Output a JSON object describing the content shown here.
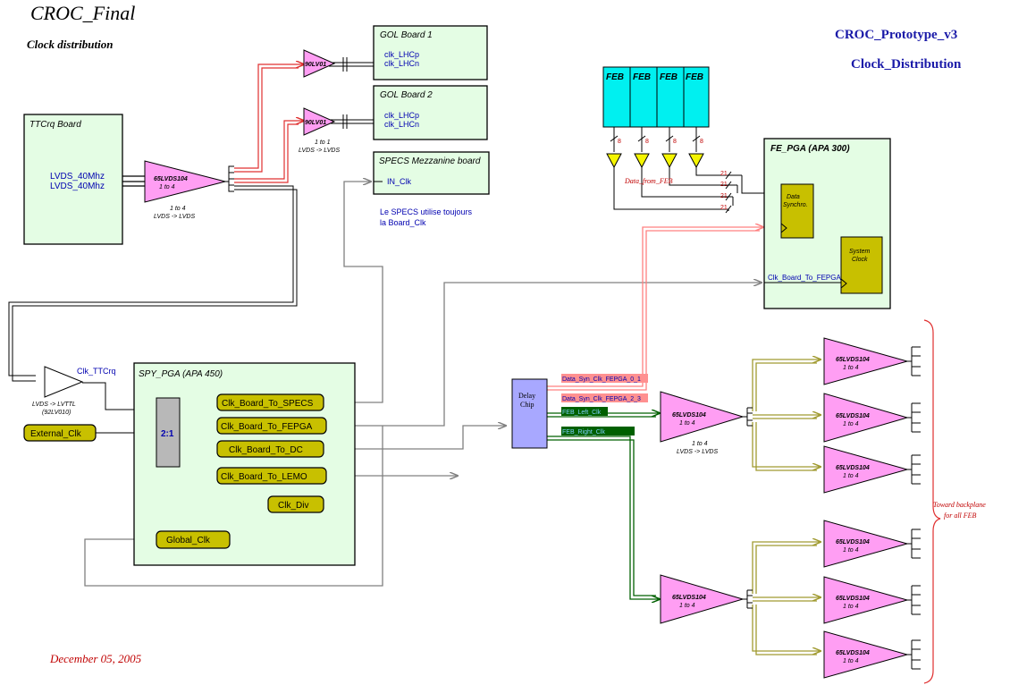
{
  "header": {
    "title": "CROC_Final",
    "subtitle": "Clock distribution",
    "prototype": "CROC_Prototype_v3",
    "distribution": "Clock_Distribution",
    "date": "December 05, 2005"
  },
  "ttcrq": {
    "title": "TTCrq Board",
    "out1": "LVDS_40Mhz",
    "out2": "LVDS_40Mhz"
  },
  "driver_main": {
    "part": "65LVDS104",
    "ratio": "1 to 4",
    "caption1": "1 to 4",
    "caption2": "LVDS -> LVDS"
  },
  "gol1": {
    "title": "GOL Board 1",
    "p": "clk_LHCp",
    "n": "clk_LHCn",
    "driver": "90LV01"
  },
  "gol2": {
    "title": "GOL Board 2",
    "p": "clk_LHCp",
    "n": "clk_LHCn",
    "driver": "90LV01",
    "caption1": "1 to 1",
    "caption2": "LVDS -> LVDS"
  },
  "specs": {
    "title": "SPECS Mezzanine board",
    "input": "IN_Clk",
    "note1": "Le SPECS utilise toujours",
    "note2": "la Board_Clk"
  },
  "feb": {
    "labels": [
      "FEB",
      "FEB",
      "FEB",
      "FEB"
    ],
    "bus_width": [
      "8",
      "8",
      "8",
      "8"
    ],
    "data_label": "Data_from_FEB",
    "link_width": [
      "21",
      "21",
      "21",
      "21"
    ]
  },
  "fepga": {
    "title": "FE_PGA (APA 300)",
    "sync": "Data\nSynchro.",
    "sync_l1": "Data",
    "sync_l2": "Synchro.",
    "sys_l1": "System",
    "sys_l2": "Clock",
    "clk_in": "Clk_Board_To_FEPGA"
  },
  "translator": {
    "label": "Clk_TTCrq",
    "caption1": "LVDS -> LVTTL",
    "caption2": "(92LV010)"
  },
  "spypga": {
    "title": "SPY_PGA (APA 450)",
    "mux": "2:1",
    "outputs": [
      "Clk_Board_To_SPECS",
      "Clk_Board_To_FEPGA",
      "Clk_Board_To_DC",
      "Clk_Board_To_LEMO",
      "Clk_Div"
    ],
    "global": "Global_Clk"
  },
  "external": "External_Clk",
  "delay": {
    "l1": "Delay",
    "l2": "Chip",
    "sig0": "Data_Syn_Clk_FEPGA_0_1",
    "sig1": "Data_Syn_Clk_FEPGA_2_3",
    "sig2": "FEB_Left_Clk",
    "sig3": "FEB_Right_Clk"
  },
  "fanout": {
    "part": "65LVDS104",
    "ratio": "1 to 4",
    "caption1": "1 to 4",
    "caption2": "LVDS -> LVDS",
    "backplane1": "Toward backplane",
    "backplane2": "for all FEB"
  },
  "colors": {
    "board_fill": "#e4fde4",
    "driver_fill": "#ff9ef3",
    "button_fill": "#c8c000",
    "feb_fill": "#00f0f0",
    "delay_fill": "#a8a8ff",
    "mux_fill": "#b8b8b8",
    "wire_red": "#e03030",
    "wire_gray": "#808080",
    "wire_green": "#006000",
    "wire_olive": "#a09a30"
  }
}
